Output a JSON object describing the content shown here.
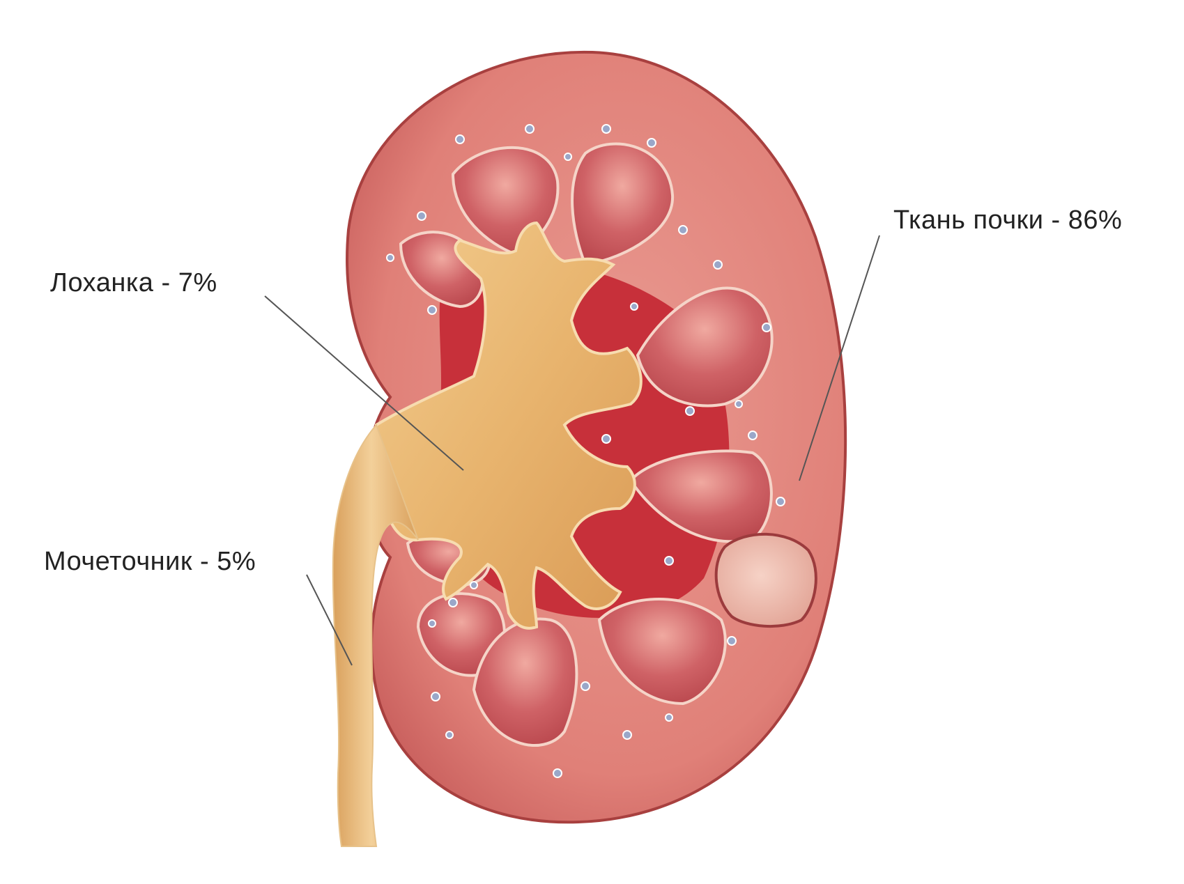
{
  "labels": {
    "pelvis": "Лоханка - 7%",
    "ureter": "Мочеточник - 5%",
    "tissue": "Ткань почки - 86%"
  },
  "colors": {
    "capsule": "#b94d4f",
    "cortex": "#e48a84",
    "pyramid": "#c9575a",
    "pelvis": "#e9b46c",
    "sinus": "#c4202f",
    "tumor": "#f2c3b6",
    "leader_line": "#555555"
  },
  "icons": {
    "kidney": "kidney-illustration",
    "tumor": "tumor-nodule"
  }
}
